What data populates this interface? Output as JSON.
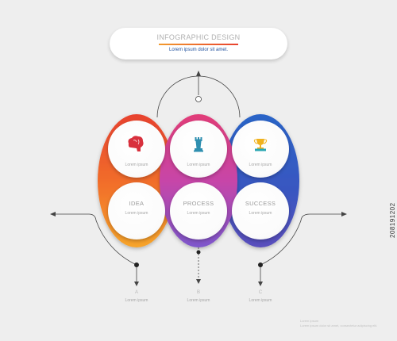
{
  "header": {
    "title": "INFOGRAPHIC DESIGN",
    "subtitle": "Lorem ipsum dolor sit amet."
  },
  "top_row": [
    {
      "icon": "brain-icon",
      "caption": "Lorem ipsum"
    },
    {
      "icon": "chess-piece-icon",
      "caption": "Lorem ipsum"
    },
    {
      "icon": "trophy-icon",
      "caption": "Lorem ipsum"
    }
  ],
  "bottom_row": [
    {
      "heading": "IDEA",
      "caption": "Lorem ipsum"
    },
    {
      "heading": "PROCESS",
      "caption": "Lorem ipsum"
    },
    {
      "heading": "SUCCESS",
      "caption": "Lorem ipsum"
    }
  ],
  "markers": [
    {
      "letter": "A",
      "caption": "Lorem ipsum"
    },
    {
      "letter": "B",
      "caption": "Lorem ipsum"
    },
    {
      "letter": "C",
      "caption": "Lorem ipsum"
    }
  ],
  "footer": {
    "line1": "Lorem ipsum",
    "line2": "Lorem ipsum dolor sit amet, consectetur adipiscing elit."
  },
  "watermark": "208191202",
  "colors": {
    "orange": "#f39b2c",
    "red": "#e8422f",
    "magenta": "#e03e8c",
    "purple": "#8c55c8",
    "blue": "#2f63c9",
    "line": "#444444"
  }
}
